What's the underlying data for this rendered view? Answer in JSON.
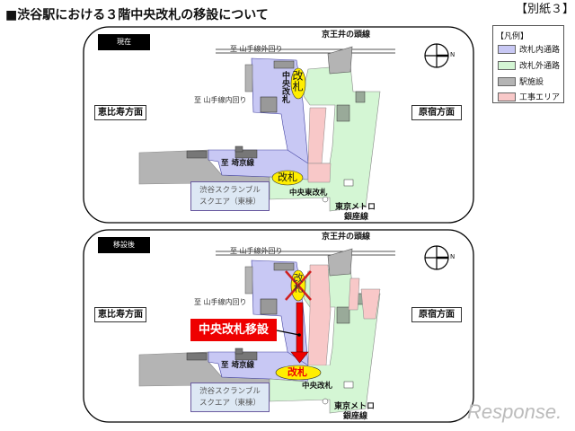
{
  "header": {
    "title": "■渋谷駅における３階中央改札の移設について",
    "annex": "【別紙３】"
  },
  "legend": {
    "heading": "【凡例】",
    "items": [
      {
        "label": "改札内通路",
        "color": "#c8c8f4"
      },
      {
        "label": "改札外通路",
        "color": "#d4f6d4"
      },
      {
        "label": "駅施設",
        "color": "#b4b4b4"
      },
      {
        "label": "工事エリア",
        "color": "#f8c8c8"
      }
    ]
  },
  "panels": [
    {
      "tag": "現在",
      "keio": "京王井の頭線",
      "yamanote_outer": "至 山手線外回り",
      "yamanote_inner": "至 山手線内回り",
      "ebisu": "恵比寿方面",
      "harajuku": "原宿方面",
      "saikyo": "至 埼京線",
      "gate_vertical_label": "中央改札",
      "gate_badge_upper": "改札",
      "gate_badge_lower": "改札",
      "east_gate": "中央東改札",
      "scramble_line1": "渋谷スクランブル",
      "scramble_line2": "スクエア（東棟）",
      "metro_line1": "東京メトロ",
      "metro_line2": "銀座線",
      "compass_label": "N"
    },
    {
      "tag": "移設後",
      "keio": "京王井の頭線",
      "yamanote_outer": "至 山手線外回り",
      "yamanote_inner": "至 山手線内回り",
      "ebisu": "恵比寿方面",
      "harajuku": "原宿方面",
      "saikyo": "至 埼京線",
      "gate_badge_old": "改札",
      "gate_badge_new": "改札",
      "relocation_label": "中央改札移設",
      "central_gate": "中央改札",
      "scramble_line1": "渋谷スクランブル",
      "scramble_line2": "スクエア（東棟）",
      "metro_line1": "東京メトロ",
      "metro_line2": "銀座線",
      "compass_label": "N"
    }
  ],
  "watermark": "Response."
}
